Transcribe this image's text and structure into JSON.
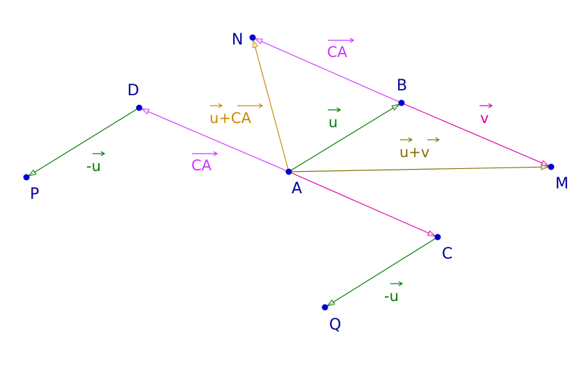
{
  "colors": {
    "point": "#0000cc",
    "point_label": "#000099",
    "u": "#007700",
    "v": "#dd00aa",
    "ca": "#cc33ff",
    "sum": "#cc8800",
    "sum_uv": "#807000"
  },
  "points": {
    "A": {
      "label": "A"
    },
    "B": {
      "label": "B"
    },
    "C": {
      "label": "C"
    },
    "D": {
      "label": "D"
    },
    "M": {
      "label": "M"
    },
    "N": {
      "label": "N"
    },
    "P": {
      "label": "P"
    },
    "Q": {
      "label": "Q"
    }
  },
  "vectors": {
    "u": {
      "name": "u",
      "from": "A",
      "to": "B",
      "label": "u",
      "arrow_over": "u"
    },
    "v": {
      "name": "v",
      "from": "B",
      "to": "M",
      "label": "v",
      "arrow_over": "v"
    },
    "ac": {
      "name": "ac",
      "from": "A",
      "to": "C"
    },
    "ca_d": {
      "name": "ca-ad",
      "from": "A",
      "to": "D",
      "label": "CA",
      "arrow_over": "CA"
    },
    "ca_n": {
      "name": "ca-bn",
      "from": "B",
      "to": "N",
      "label": "CA",
      "arrow_over": "CA"
    },
    "u_plus_ca": {
      "name": "u-plus-ca",
      "from": "A",
      "to": "N",
      "label_parts": [
        "u",
        "+",
        "CA"
      ]
    },
    "u_plus_v": {
      "name": "u-plus-v",
      "from": "A",
      "to": "M",
      "label_parts": [
        "u",
        "+",
        "v"
      ]
    },
    "neg_u_d": {
      "name": "neg-u-dp",
      "from": "D",
      "to": "P",
      "label_parts": [
        "-",
        "u"
      ]
    },
    "neg_u_c": {
      "name": "neg-u-cq",
      "from": "C",
      "to": "Q",
      "label_parts": [
        "-",
        "u"
      ]
    }
  }
}
